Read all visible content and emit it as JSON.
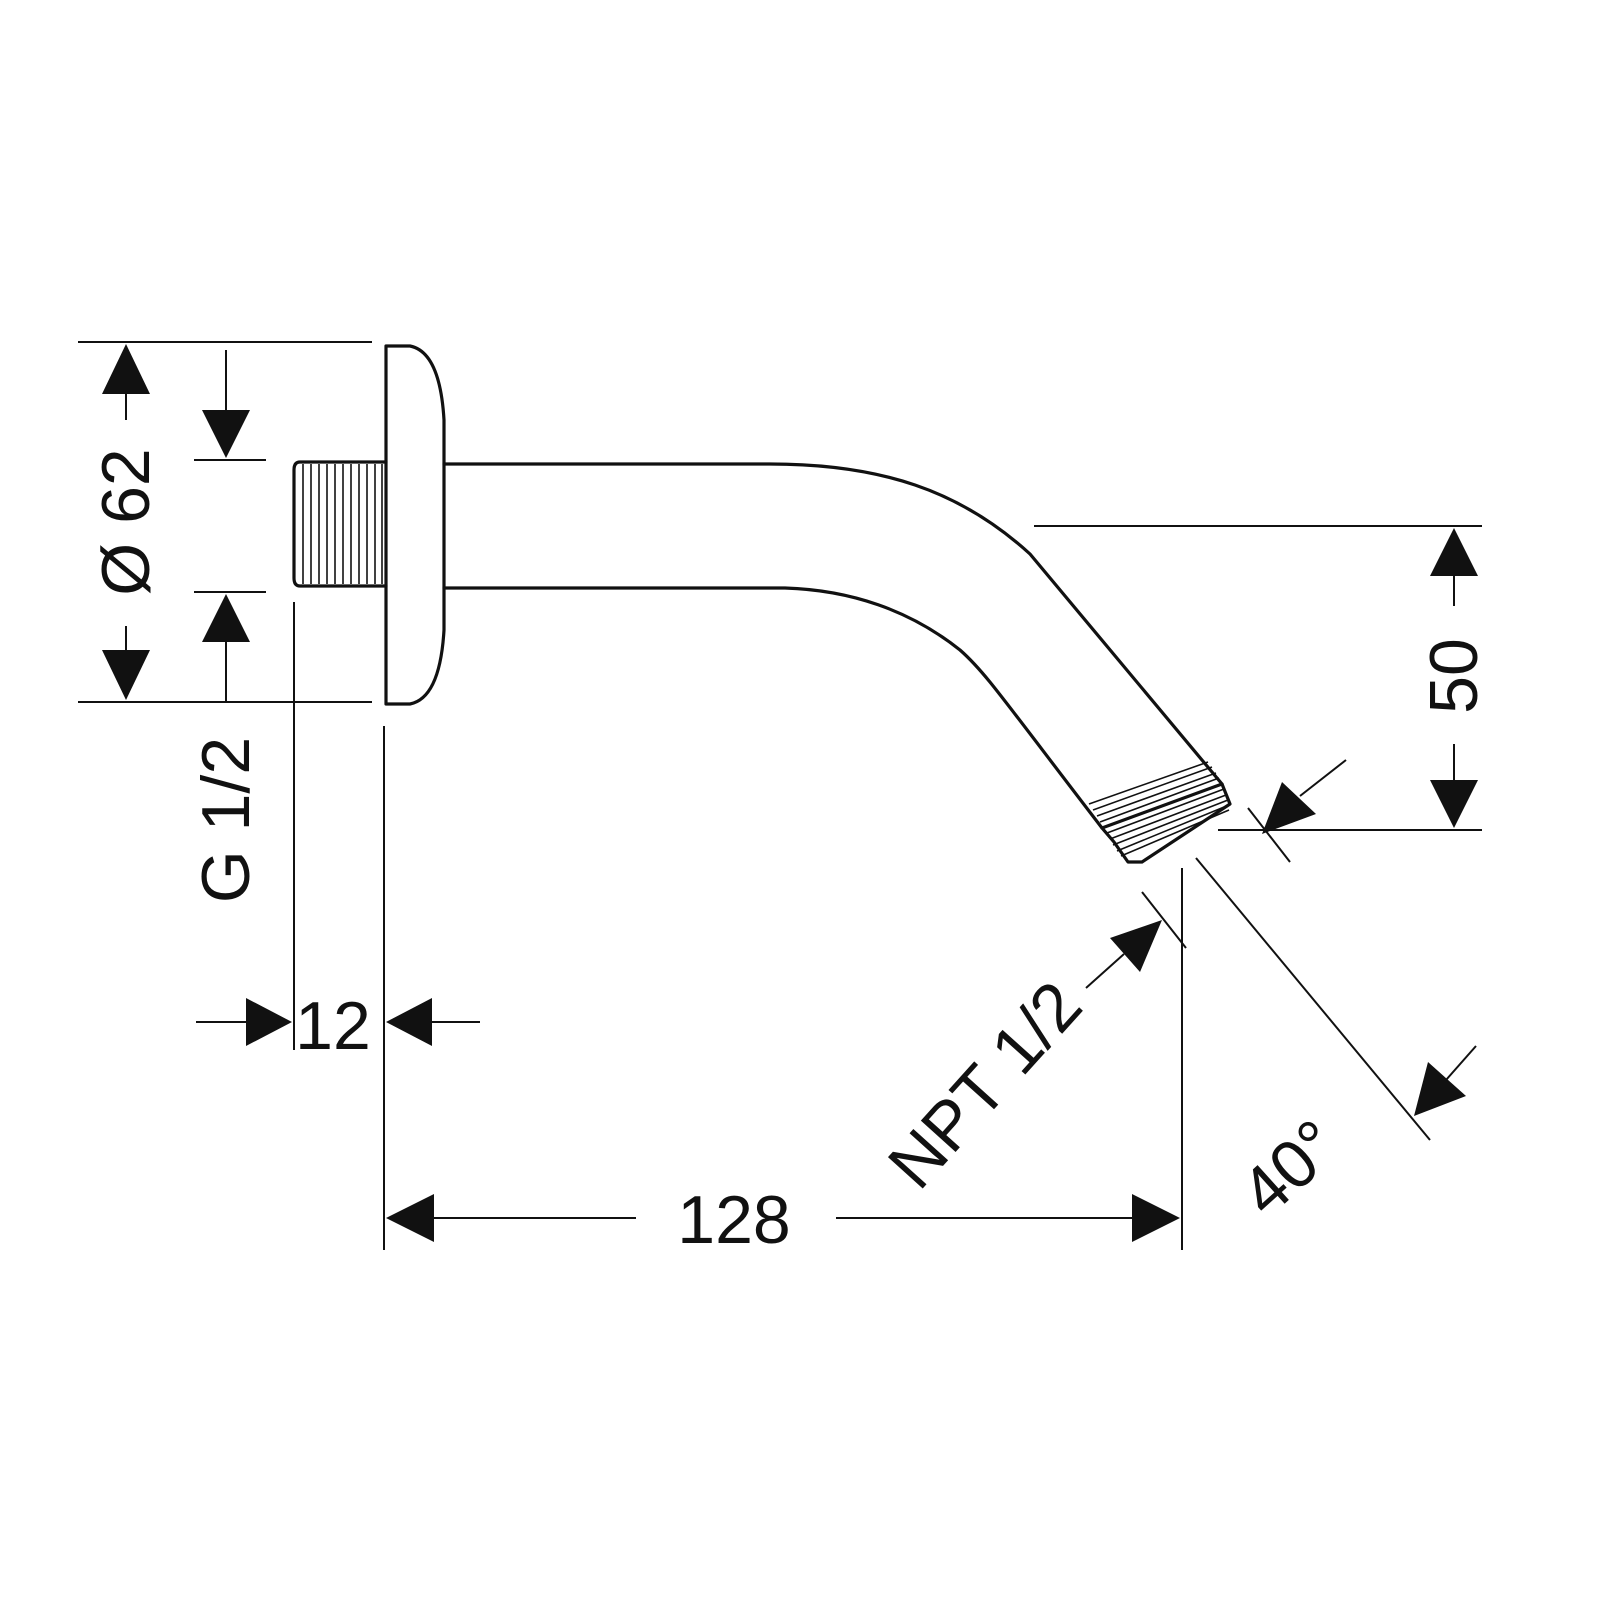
{
  "dimensions": {
    "flange_diameter": "Ø 62",
    "inlet_thread": "G 1/2",
    "inlet_thread_length": "12",
    "arm_length": "128",
    "outlet_drop": "50",
    "outlet_thread": "NPT 1/2",
    "outlet_angle": "40°"
  },
  "colors": {
    "line": "#111111",
    "background": "#ffffff"
  }
}
